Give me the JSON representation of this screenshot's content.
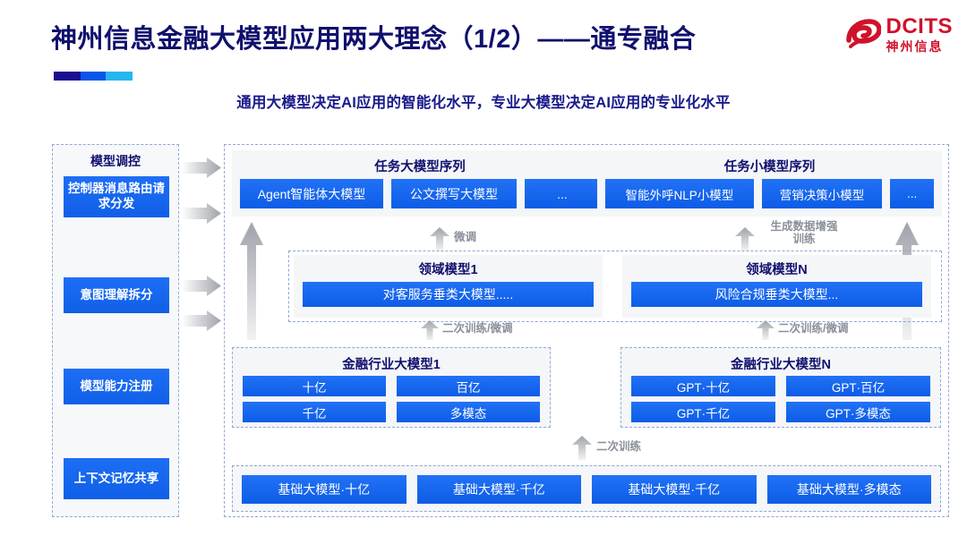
{
  "header": {
    "title": "神州信息金融大模型应用两大理念（1/2）——通专融合",
    "subtitle": "通用大模型决定AI应用的智能化水平，专业大模型决定AI应用的专业化水平",
    "logo_main": "DCITS",
    "logo_sub": "神州信息",
    "accent_colors": [
      "#1b0f8f",
      "#0b56e8",
      "#25b6ee"
    ],
    "title_color": "#10106e",
    "subtitle_color": "#1a1a8c",
    "logo_color": "#d0112b"
  },
  "sidebar": {
    "title": "模型调控",
    "items": [
      {
        "label": "控制器消息路由请求分发"
      },
      {
        "label": "意图理解拆分"
      },
      {
        "label": "模型能力注册"
      },
      {
        "label": "上下文记忆共享"
      }
    ]
  },
  "task_sequences": [
    {
      "title": "任务大模型序列",
      "chips": [
        "Agent智能体大模型",
        "公文撰写大模型",
        "..."
      ]
    },
    {
      "title": "任务小模型序列",
      "chips": [
        "智能外呼NLP小模型",
        "营销决策小模型",
        "..."
      ]
    }
  ],
  "domain_models": [
    {
      "title": "领域模型1",
      "chip": "对客服务垂类大模型....."
    },
    {
      "title": "领域模型N",
      "chip": "风险合规垂类大模型..."
    }
  ],
  "industry_models": [
    {
      "title": "金融行业大模型1",
      "chips": [
        "十亿",
        "百亿",
        "千亿",
        "多模态"
      ]
    },
    {
      "title": "金融行业大模型N",
      "chips": [
        "GPT·十亿",
        "GPT·百亿",
        "GPT·千亿",
        "GPT·多模态"
      ]
    }
  ],
  "base_models": {
    "chips": [
      "基础大模型·十亿",
      "基础大模型·千亿",
      "基础大模型·千亿",
      "基础大模型·多模态"
    ]
  },
  "arrow_labels": {
    "finetune": "微调",
    "data_aug": "生成数据增强\n训练",
    "data_aug_line1": "生成数据增强",
    "data_aug_line2": "训练",
    "retrain_finetune_left": "二次训练/微调",
    "retrain_finetune_right": "二次训练/微调",
    "retrain": "二次训练"
  },
  "colors": {
    "chip_blue": "#1466ee",
    "panel_bg": "#f5f6f8",
    "dashed_border": "#8fa8d8",
    "arrow_gray": "#b9bcc2"
  }
}
